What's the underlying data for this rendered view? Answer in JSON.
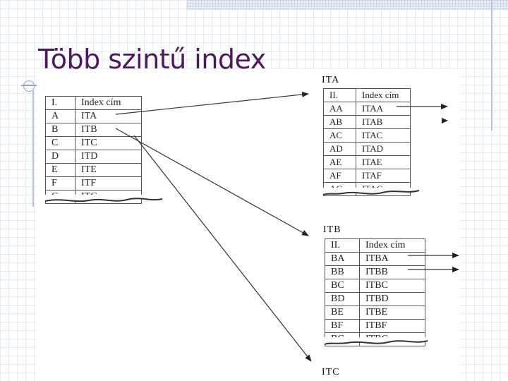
{
  "slide": {
    "title": "Több szintű index"
  },
  "colors": {
    "title": "#4b1a5b",
    "accent_line": "#8fa3c8",
    "grid": "#e6ebf2"
  },
  "level1_table": {
    "headers": [
      "I.",
      "Index cím"
    ],
    "rows": [
      [
        "A",
        "ITA"
      ],
      [
        "B",
        "ITB"
      ],
      [
        "C",
        "ITC"
      ],
      [
        "D",
        "ITD"
      ],
      [
        "E",
        "ITE"
      ],
      [
        "F",
        "ITF"
      ],
      [
        "G",
        "ITG"
      ]
    ]
  },
  "ita_table": {
    "label": "ITA",
    "headers": [
      "II.",
      "Index cím"
    ],
    "rows": [
      [
        "AA",
        "ITAA"
      ],
      [
        "AB",
        "ITAB"
      ],
      [
        "AC",
        "ITAC"
      ],
      [
        "AD",
        "ITAD"
      ],
      [
        "AE",
        "ITAE"
      ],
      [
        "AF",
        "ITAF"
      ],
      [
        "AG",
        "ITAG"
      ]
    ]
  },
  "itb_table": {
    "label": "ITB",
    "headers": [
      "II.",
      "Index cím"
    ],
    "rows": [
      [
        "BA",
        "ITBA"
      ],
      [
        "BB",
        "ITBB"
      ],
      [
        "BC",
        "ITBC"
      ],
      [
        "BD",
        "ITBD"
      ],
      [
        "BE",
        "ITBE"
      ],
      [
        "BF",
        "ITBF"
      ],
      [
        "BG",
        "ITBG"
      ]
    ]
  },
  "itc_label": "ITC"
}
